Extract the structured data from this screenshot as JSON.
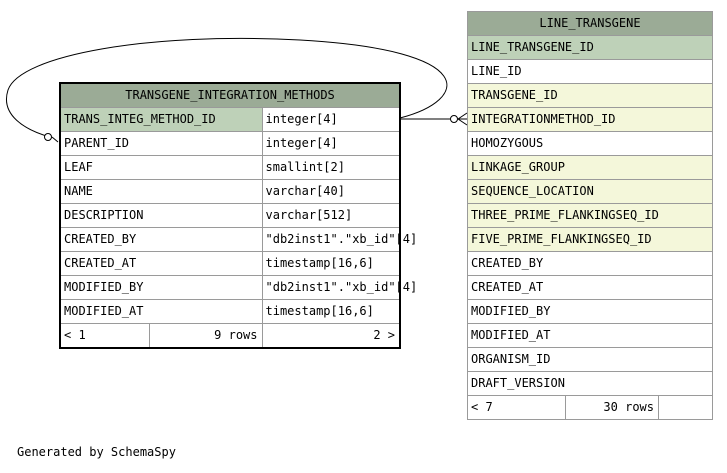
{
  "tables": {
    "tim": {
      "name": "TRANSGENE_INTEGRATION_METHODS",
      "rows": [
        {
          "col": "TRANS_INTEG_METHOD_ID",
          "type": "integer[4]",
          "kind": "pk"
        },
        {
          "col": "PARENT_ID",
          "type": "integer[4]",
          "kind": ""
        },
        {
          "col": "LEAF",
          "type": "smallint[2]",
          "kind": ""
        },
        {
          "col": "NAME",
          "type": "varchar[40]",
          "kind": ""
        },
        {
          "col": "DESCRIPTION",
          "type": "varchar[512]",
          "kind": ""
        },
        {
          "col": "CREATED_BY",
          "type": "\"db2inst1\".\"xb_id\"[4]",
          "kind": ""
        },
        {
          "col": "CREATED_AT",
          "type": "timestamp[16,6]",
          "kind": ""
        },
        {
          "col": "MODIFIED_BY",
          "type": "\"db2inst1\".\"xb_id\"[4]",
          "kind": ""
        },
        {
          "col": "MODIFIED_AT",
          "type": "timestamp[16,6]",
          "kind": ""
        }
      ],
      "footer": {
        "parents": "< 1",
        "rows": "9 rows",
        "children": "2 >"
      }
    },
    "lt": {
      "name": "LINE_TRANSGENE",
      "rows": [
        {
          "col": "LINE_TRANSGENE_ID",
          "kind": "pk"
        },
        {
          "col": "LINE_ID",
          "kind": ""
        },
        {
          "col": "TRANSGENE_ID",
          "kind": "fk"
        },
        {
          "col": "INTEGRATIONMETHOD_ID",
          "kind": "fk"
        },
        {
          "col": "HOMOZYGOUS",
          "kind": ""
        },
        {
          "col": "LINKAGE_GROUP",
          "kind": "fk"
        },
        {
          "col": "SEQUENCE_LOCATION",
          "kind": "fk"
        },
        {
          "col": "THREE_PRIME_FLANKINGSEQ_ID",
          "kind": "fk"
        },
        {
          "col": "FIVE_PRIME_FLANKINGSEQ_ID",
          "kind": "fk"
        },
        {
          "col": "CREATED_BY",
          "kind": ""
        },
        {
          "col": "CREATED_AT",
          "kind": ""
        },
        {
          "col": "MODIFIED_BY",
          "kind": ""
        },
        {
          "col": "MODIFIED_AT",
          "kind": ""
        },
        {
          "col": "ORGANISM_ID",
          "kind": ""
        },
        {
          "col": "DRAFT_VERSION",
          "kind": ""
        }
      ],
      "footer": {
        "parents": "< 7",
        "rows": "30 rows",
        "children": ""
      }
    }
  },
  "footer_text": "Generated by SchemaSpy"
}
